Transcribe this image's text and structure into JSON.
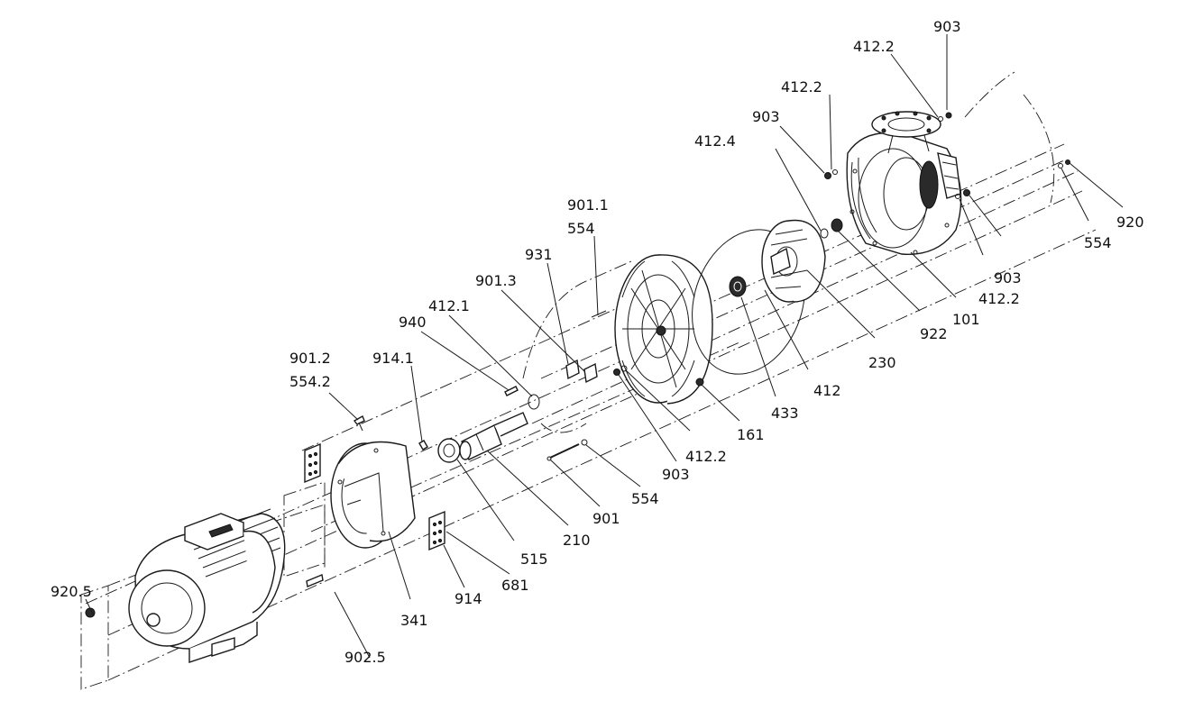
{
  "labels": {
    "l_903_top": "903",
    "l_4122_top": "412.2",
    "l_4122_mid": "412.2",
    "l_903_upper": "903",
    "l_4124": "412.4",
    "l_9011": "901.1",
    "l_554_upper": "554",
    "l_931": "931",
    "l_9013": "901.3",
    "l_4121": "412.1",
    "l_940": "940",
    "l_9012": "901.2",
    "l_5542": "554.2",
    "l_9141": "914.1",
    "l_9205": "920.5",
    "l_9025": "902.5",
    "l_341": "341",
    "l_914": "914",
    "l_681": "681",
    "l_515": "515",
    "l_210": "210",
    "l_901": "901",
    "l_554_lower": "554",
    "l_903_lower": "903",
    "l_4122_lower": "412.2",
    "l_161": "161",
    "l_433": "433",
    "l_412": "412",
    "l_230": "230",
    "l_922": "922",
    "l_101": "101",
    "l_4122_right": "412.2",
    "l_903_right": "903",
    "l_554_right": "554",
    "l_920": "920"
  }
}
